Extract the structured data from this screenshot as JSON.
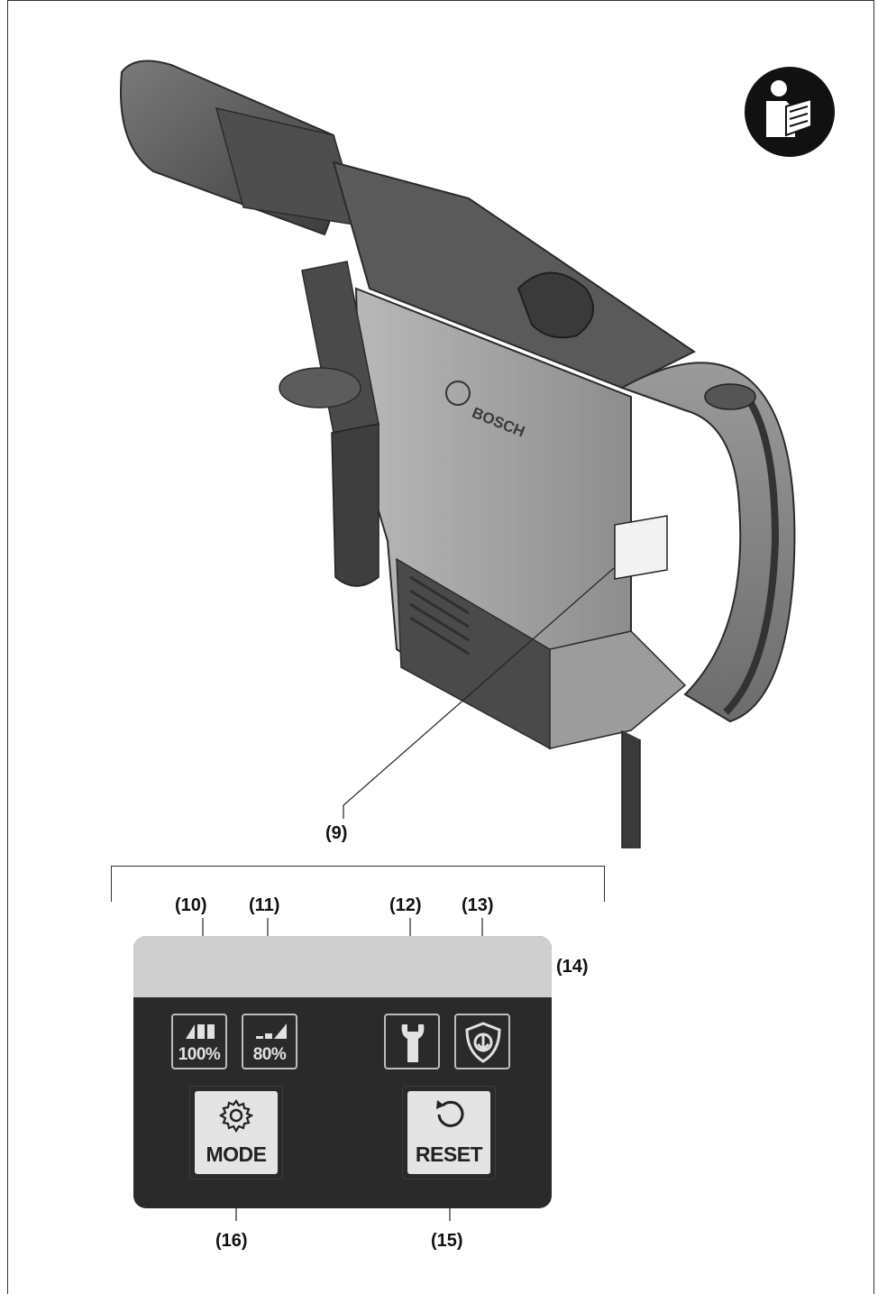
{
  "figure": {
    "callouts": {
      "c9": "(9)",
      "c10": "(10)",
      "c11": "(11)",
      "c12": "(12)",
      "c13": "(13)",
      "c14": "(14)",
      "c15": "(15)",
      "c16": "(16)"
    },
    "drill_logo_text": "BOSCH"
  },
  "panel": {
    "power_high_label": "100%",
    "power_reduced_label": "80%",
    "mode_button_label": "MODE",
    "reset_button_label": "RESET"
  },
  "icons": {
    "manual": "read-manual-icon",
    "power_high": "full-power-bars-icon",
    "power_reduced": "reduced-power-bars-icon",
    "service": "wrench-icon",
    "kickback": "kickback-control-shield-icon",
    "mode": "gear-icon",
    "reset": "reset-arrow-icon"
  }
}
